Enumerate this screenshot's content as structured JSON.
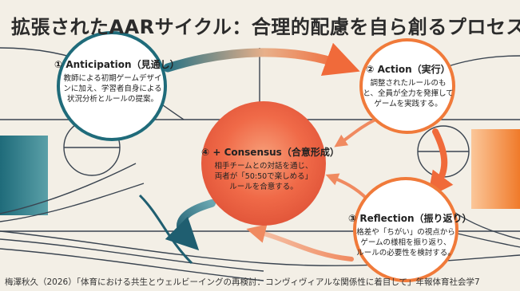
{
  "title": "拡張されたAARサイクル：合理的配慮を自ら創るプロセス",
  "nodes": {
    "anticipation": {
      "heading": "① Anticipation（見通し）",
      "lines": [
        "教師による初期ゲームデザイ",
        "ンに加え、学習者自身による",
        "状況分析とルールの提案。"
      ]
    },
    "action": {
      "heading": "② Action（実行）",
      "lines": [
        "調整されたルールのも",
        "と、全員が全力を発揮して",
        "ゲームを実践する。"
      ]
    },
    "consensus": {
      "heading": "④ + Consensus（合意形成）",
      "lines": [
        "相手チームとの対話を通じ、",
        "両者が「50:50で楽しめる」",
        "ルールを合意する。"
      ]
    },
    "reflection": {
      "heading": "③ Reflection（振り返り）",
      "lines": [
        "格差や「ちがい」の視点から",
        "ゲームの様相を振り返り、",
        "ルールの必要性を検討する。"
      ]
    }
  },
  "footer": "梅澤秋久（2026）「体育における共生とウェルビーイングの再検討：コンヴィヴィアルな関係性に着目して」年報体育社会学7",
  "colors": {
    "background": "#f3efe6",
    "teal": "#1f6b7a",
    "orange": "#f07a3a",
    "coral": "#ee5a3e",
    "line": "#3a4450"
  }
}
